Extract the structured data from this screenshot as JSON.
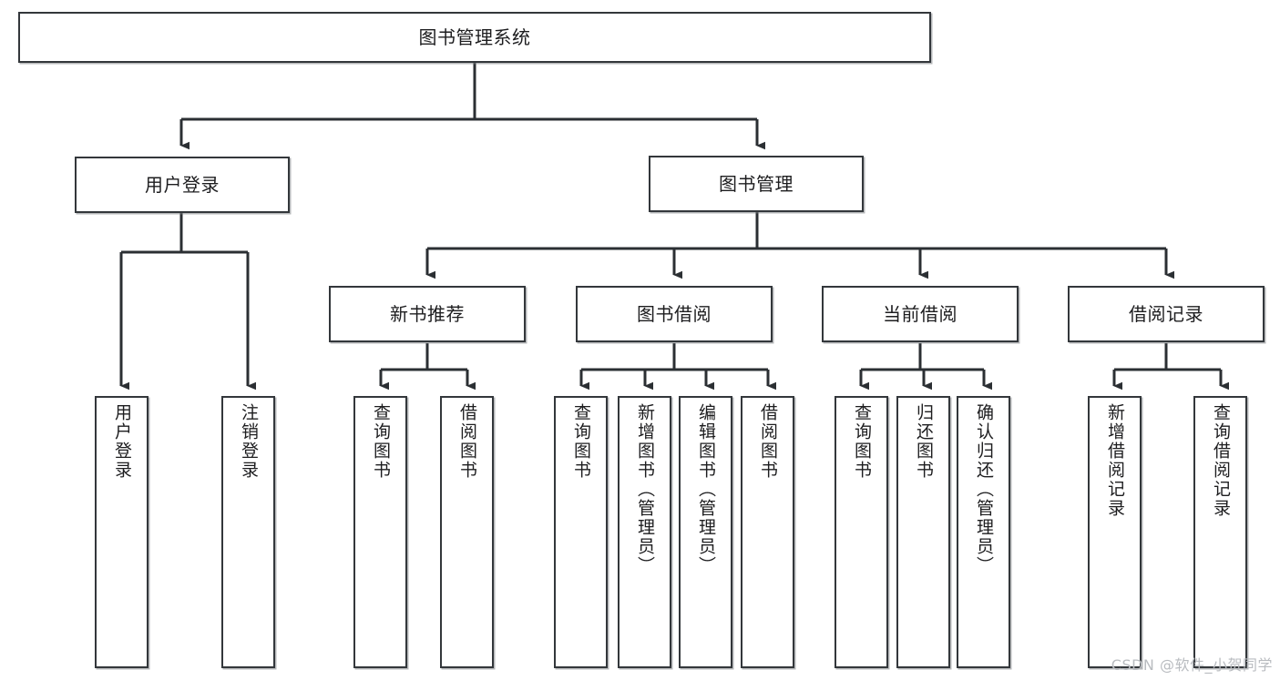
{
  "diagram": {
    "title": "图书管理系统",
    "watermark": "CSDN @软件_小贺同学",
    "colors": {
      "background": "#ffffff",
      "node_border": "#33373b",
      "node_fill": "#ffffff",
      "edge": "#2b2f33",
      "text": "#1d1d1f",
      "watermark": "#b9bcc0"
    },
    "nodes": {
      "root": {
        "label": "图书管理系统"
      },
      "level1": [
        {
          "label": "用户登录"
        },
        {
          "label": "图书管理"
        }
      ],
      "level2": [
        {
          "label": "新书推荐"
        },
        {
          "label": "图书借阅"
        },
        {
          "label": "当前借阅"
        },
        {
          "label": "借阅记录"
        }
      ],
      "leaves": {
        "user_login": [
          {
            "label": "用户登录"
          },
          {
            "label": "注销登录"
          }
        ],
        "new_book_recommend": [
          {
            "label": "查询图书"
          },
          {
            "label": "借阅图书"
          }
        ],
        "book_borrow": [
          {
            "label": "查询图书"
          },
          {
            "label": "新增图书（管理员）"
          },
          {
            "label": "编辑图书（管理员）"
          },
          {
            "label": "借阅图书"
          }
        ],
        "current_borrow": [
          {
            "label": "查询图书"
          },
          {
            "label": "归还图书"
          },
          {
            "label": "确认归还（管理员）"
          }
        ],
        "borrow_record": [
          {
            "label": "新增借阅记录"
          },
          {
            "label": "查询借阅记录"
          }
        ]
      }
    }
  }
}
